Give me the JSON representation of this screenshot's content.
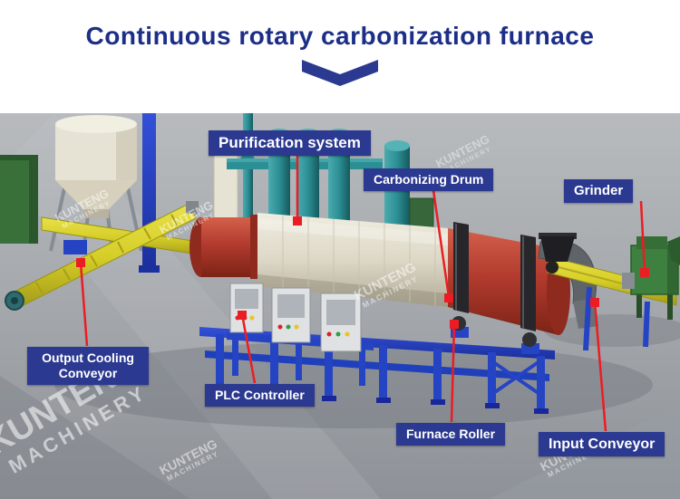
{
  "title": "Continuous rotary carbonization furnace",
  "watermark": {
    "line1": "KUNTENG",
    "line2": "MACHINERY"
  },
  "labels": {
    "purification_system": "Purification system",
    "carbonizing_drum": "Carbonizing Drum",
    "grinder": "Grinder",
    "output_cooling_conveyor": "Output Cooling Conveyor",
    "plc_controller": "PLC Controller",
    "furnace_roller": "Furnace Roller",
    "input_conveyor": "Input Conveyor"
  },
  "colors": {
    "title_navy": "#1c2e87",
    "label_blue": "#2b3990",
    "connector_red": "#ec1c24",
    "drum_red": "#b23b2e",
    "drum_body_white": "#ddd8c6",
    "pipes_teal": "#2c8f94",
    "conveyor_yellow": "#d6ce28",
    "frame_blue": "#2544c4",
    "grinder_green": "#3e8040",
    "floor_gray": "#a2a6aa"
  }
}
